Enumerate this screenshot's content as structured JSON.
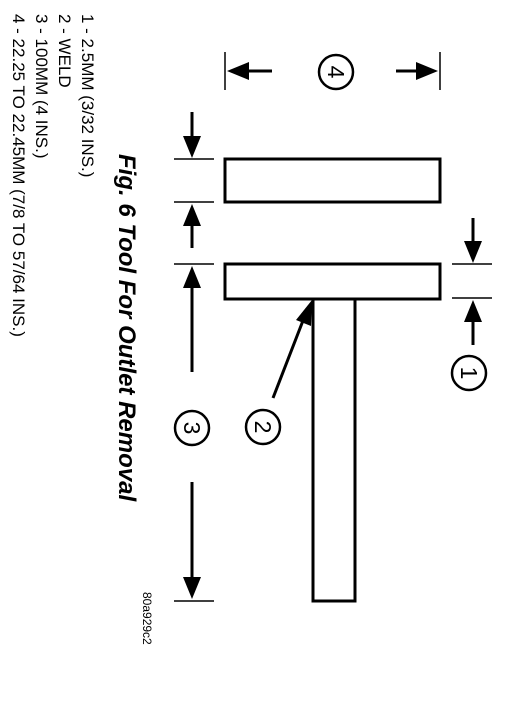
{
  "figure": {
    "title": "Fig. 6 Tool For Outlet Removal",
    "code": "80a929c2"
  },
  "legend": [
    "1 - 2.5MM (3/32 INS.)",
    "2 - WELD",
    "3 - 100MM (4 INS.)",
    "4 - 22.25 TO 22.45MM (7/8 TO 57/64 INS.)"
  ],
  "callouts": [
    "1",
    "2",
    "3",
    "4"
  ],
  "colors": {
    "ink": "#000000",
    "paper": "#ffffff"
  }
}
